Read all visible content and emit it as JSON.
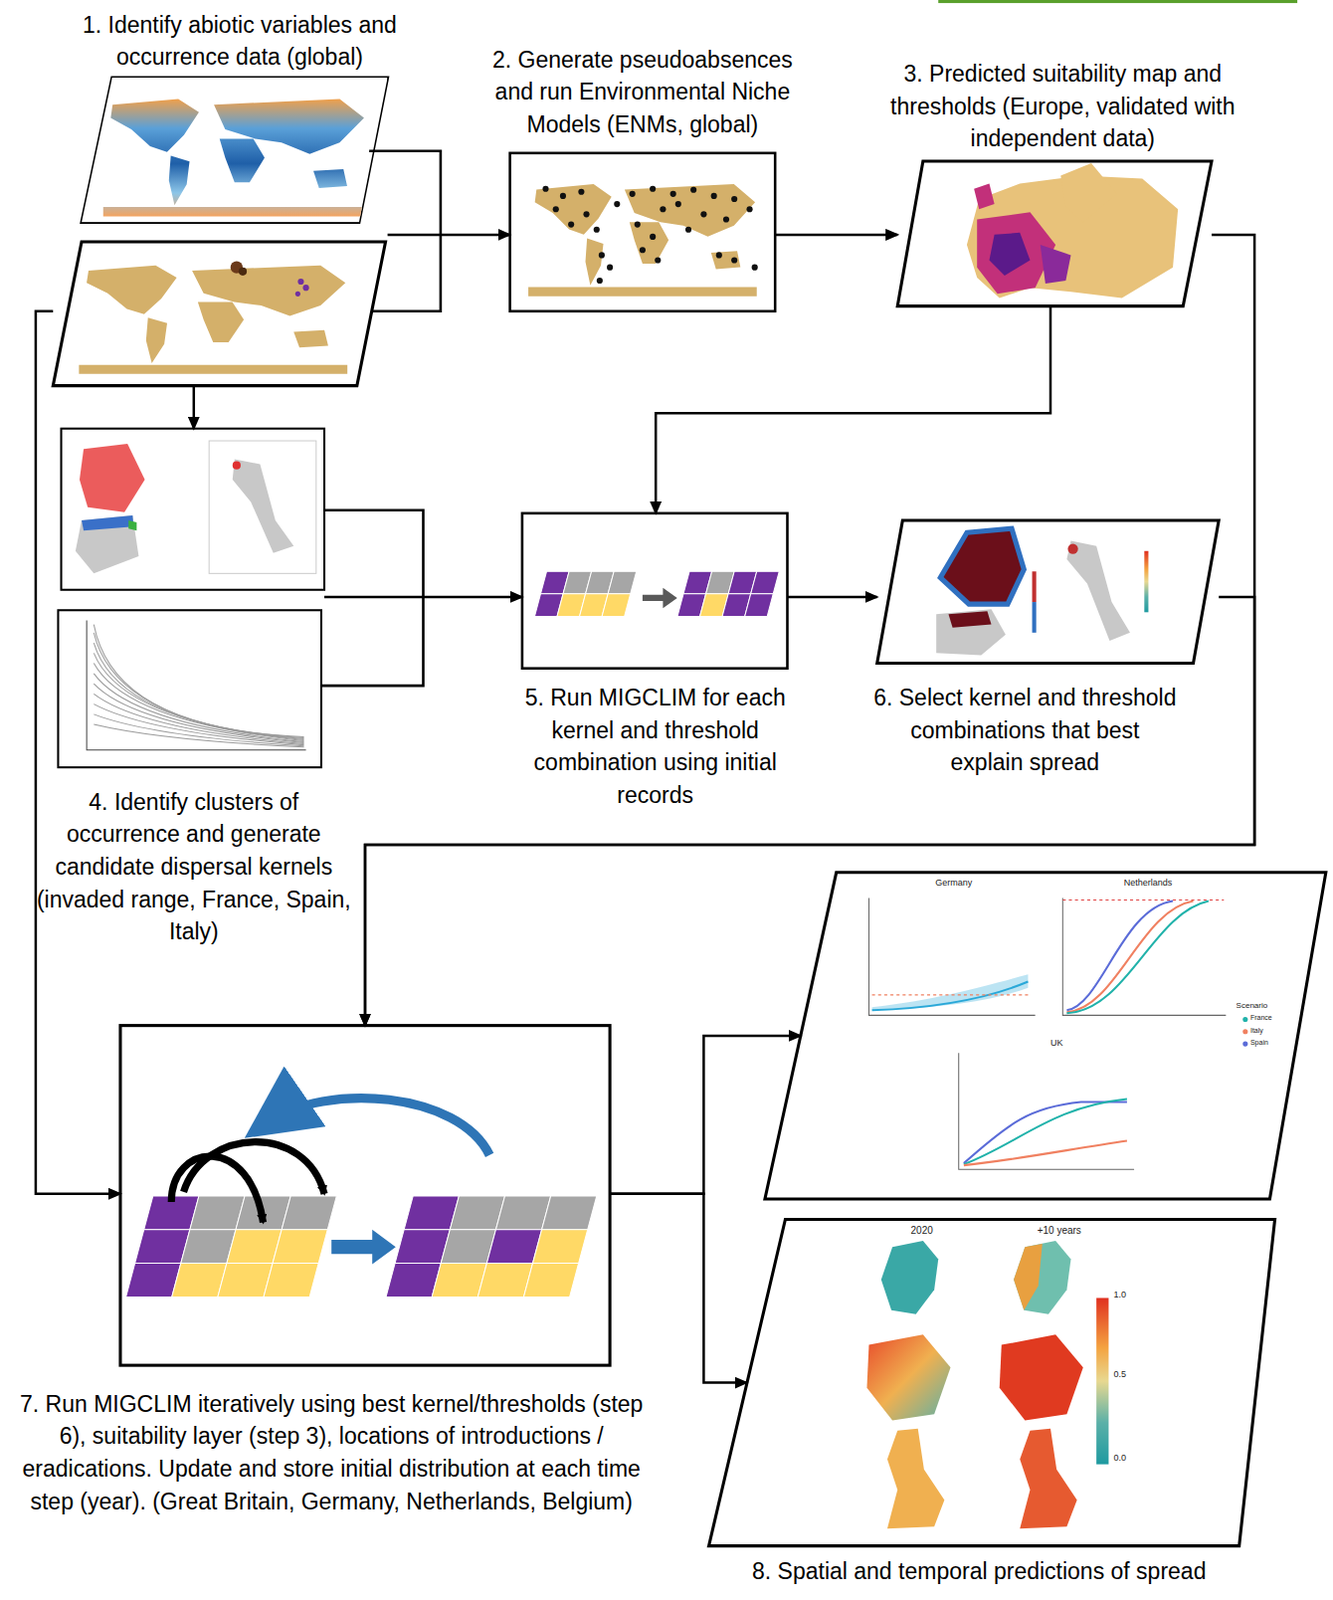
{
  "diagram": {
    "nodes": [
      {
        "text": [
          "1. Identify abiotic variables and occurrence data (global)"
        ]
      },
      {
        "text": [
          "2. Generate pseudoabsences and run Environmental Niche Models (ENMs, global)"
        ]
      },
      {
        "text": [
          "3. Predicted suitability map and thresholds (Europe, validated with independent data)"
        ]
      },
      {
        "text": [
          "4. Identify clusters of occurrence and generate candidate dispersal kernels (invaded range, France, Spain, Italy)"
        ]
      },
      {
        "text": [
          "5. Run MIGCLIM for each kernel and threshold combination using initial records"
        ]
      },
      {
        "text": [
          "6. Select kernel and threshold combinations that best explain spread"
        ]
      },
      {
        "text": [
          "7. Run MIGCLIM iteratively using best kernel/thresholds (step 6), suitability layer (step 3), locations of introductions / eradications. Update and store initial distribution at each time step (year). (Great Britain, Germany, Netherlands, Belgium)"
        ]
      },
      {
        "text": [
          "8. Spatial and temporal predictions of spread"
        ]
      }
    ],
    "edges": [
      {
        "from": 0,
        "to": 1,
        "arrow": "to"
      },
      {
        "from": 1,
        "to": 2,
        "arrow": "to"
      },
      {
        "from": 0,
        "to": 3,
        "arrow": "to"
      },
      {
        "from": 0,
        "to": 6,
        "arrow": "to"
      },
      {
        "from": 2,
        "to": 4,
        "arrow": "to"
      },
      {
        "from": 3,
        "to": 4,
        "arrow": "to"
      },
      {
        "from": 4,
        "to": 5,
        "arrow": "to"
      },
      {
        "from": 2,
        "to": 6,
        "arrow": "to"
      },
      {
        "from": 5,
        "to": 6,
        "arrow": "to"
      },
      {
        "from": 6,
        "to": 7,
        "arrow": "to"
      }
    ],
    "labels": [
      "Germany",
      "Netherlands",
      "UK",
      "Scenario",
      "France",
      "Italy",
      "Spain",
      "2020",
      "+10 years",
      "1.0",
      "0.5",
      "0.0"
    ]
  }
}
